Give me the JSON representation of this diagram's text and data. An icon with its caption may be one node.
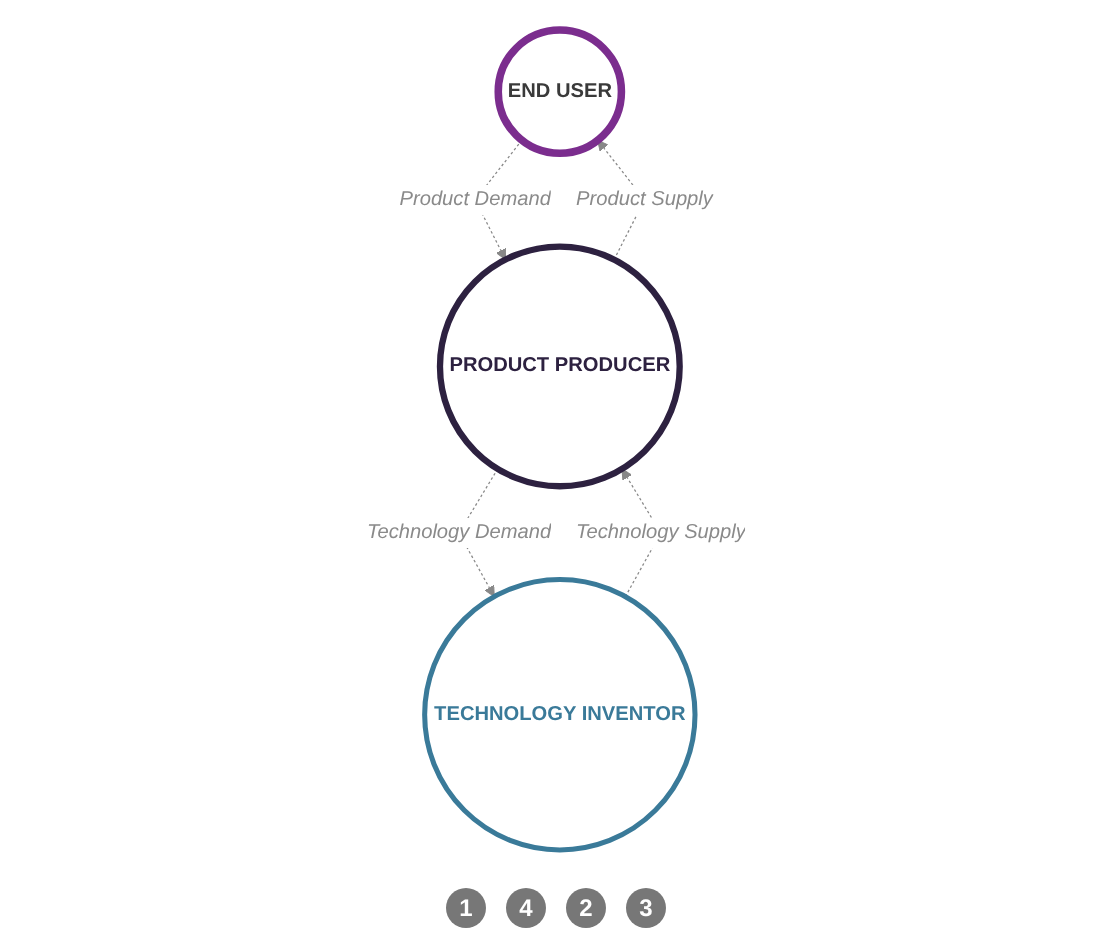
{
  "diagram": {
    "nodes": [
      {
        "text": [
          "END USER"
        ]
      },
      {
        "text": [
          "PRODUCT PRODUCER"
        ]
      },
      {
        "text": [
          "TECHNOLOGY INVENTOR"
        ]
      }
    ],
    "edges": [
      {
        "from": 0,
        "to": 1,
        "arrow": "to",
        "label": "Product Demand",
        "style": "dashed"
      },
      {
        "from": 1,
        "to": 0,
        "arrow": "to",
        "label": "Product Supply",
        "style": "dashed"
      },
      {
        "from": 2,
        "to": 1,
        "arrow": "to",
        "label": "Technology Supply",
        "style": "dashed"
      },
      {
        "from": 1,
        "to": 2,
        "arrow": "to",
        "label": "Technology Demand",
        "style": "dashed"
      }
    ],
    "labels": [
      "1",
      "4",
      "2",
      "3"
    ]
  }
}
